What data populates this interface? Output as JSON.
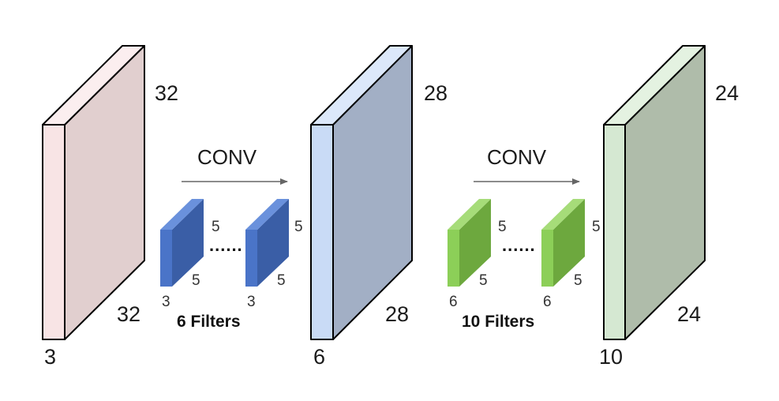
{
  "volumes": {
    "input": {
      "height": "32",
      "width": "32",
      "depth": "3",
      "colors": {
        "front": "#f8e4e5",
        "side": "#e1cfcf",
        "top": "#fbeeef"
      }
    },
    "conv1_output": {
      "height": "28",
      "width": "28",
      "depth": "6",
      "colors": {
        "front": "#c9dbf6",
        "side": "#a2afc5",
        "top": "#dce8fa"
      }
    },
    "conv2_output": {
      "height": "24",
      "width": "24",
      "depth": "10",
      "colors": {
        "front": "#d5e8d2",
        "side": "#afbcaa",
        "top": "#e4f2e1"
      }
    }
  },
  "conv1": {
    "label": "CONV",
    "filters_label": "6 Filters",
    "ellipsis": "......",
    "filter_a": {
      "height": "5",
      "width": "5",
      "depth": "3"
    },
    "filter_b": {
      "height": "5",
      "width": "5",
      "depth": "3"
    },
    "colors": {
      "front": "#4a74c8",
      "side": "#3a5ea6",
      "top": "#6a91dc"
    }
  },
  "conv2": {
    "label": "CONV",
    "filters_label": "10 Filters",
    "ellipsis": "......",
    "filter_a": {
      "height": "5",
      "width": "5",
      "depth": "6"
    },
    "filter_b": {
      "height": "5",
      "width": "5",
      "depth": "6"
    },
    "colors": {
      "front": "#8ccf58",
      "side": "#6da83e",
      "top": "#a6dc79"
    }
  },
  "arrow_color": "#666666"
}
